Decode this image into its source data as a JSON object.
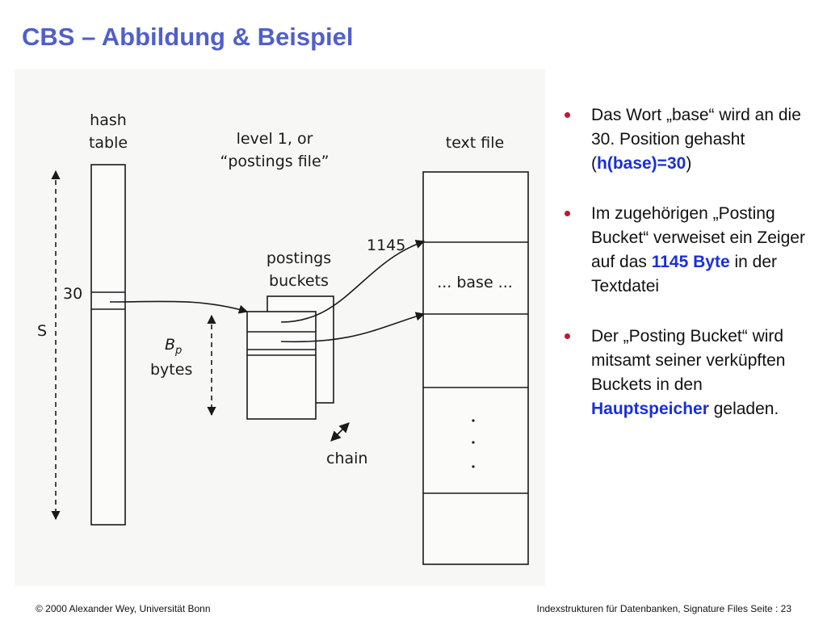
{
  "slide": {
    "title": "CBS – Abbildung & Beispiel"
  },
  "figure": {
    "labels": {
      "hash_table_line1": "hash",
      "hash_table_line2": "table",
      "level1_line1": "level 1, or",
      "level1_line2": "“postings file”",
      "text_file": "text file",
      "postings_buckets_line1": "postings",
      "postings_buckets_line2": "buckets",
      "offset": "1145",
      "base": "... base ...",
      "thirty": "30",
      "s": "S",
      "bp": "B",
      "bp_sub": "p",
      "bytes": "bytes",
      "chain": "chain"
    }
  },
  "bullets": [
    {
      "pre": "Das Wort „base“ wird an die 30. Position gehasht (",
      "hl": "h(base)=30",
      "post": ")"
    },
    {
      "pre": "Im zugehörigen „Posting Bucket“ verweiset ein Zeiger auf das ",
      "hl": "1145 Byte",
      "post": " in der Textdatei"
    },
    {
      "pre": "Der „Posting Bucket“ wird mitsamt seiner verküpften Buckets in den ",
      "hl": "Hauptspeicher",
      "post": " geladen."
    }
  ],
  "footer": {
    "left": "© 2000 Alexander Wey, Universität Bonn",
    "right": "Indexstrukturen für Datenbanken, Signature Files Seite : 23"
  },
  "colors": {
    "title": "#5060c8",
    "bullet_dot": "#c01830",
    "highlight": "#1a2fd8"
  }
}
